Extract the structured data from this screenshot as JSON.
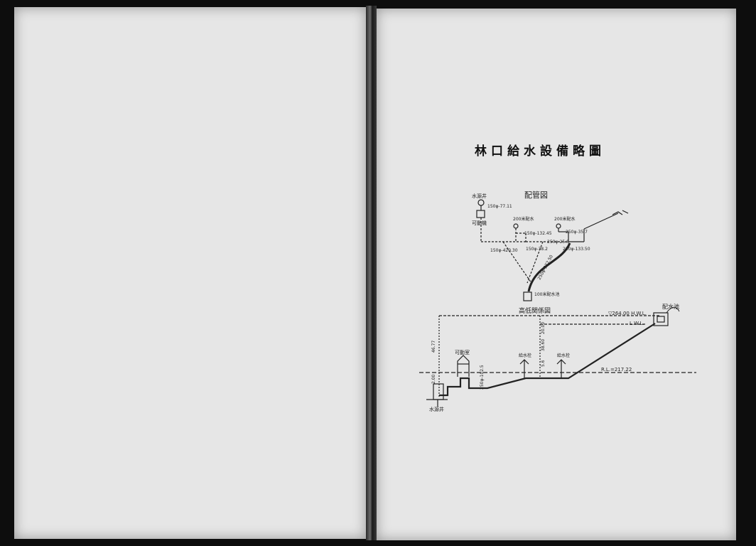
{
  "title": "林口給水設備略圖",
  "diagram": {
    "plan_label": "配管図",
    "profile_label": "高低関係図",
    "labels": {
      "source_top": "水源井",
      "pump_top": "可動機",
      "source_bottom": "水源井",
      "pump_house": "可動室",
      "reservoir_top": "100米配水池",
      "reservoir_bottom": "配水池",
      "branch_1": "200米配水",
      "branch_2": "200米配水",
      "outlet_1": "給水栓",
      "outlet_2": "給水栓",
      "elev_top": "▽264.00 H.W.L.",
      "elev_lwl": "L.W.L.",
      "elev_ground": "R.L.=217.22"
    },
    "pipe_labels": {
      "p1": "150φ-77.11",
      "p2": "150φ-420.30",
      "p3": "150φ-38.2",
      "p4": "150φ-132.45",
      "p5": "250φ-25.8",
      "p6": "250φ-133.50",
      "p7": "250φ-102.5",
      "p8": "250φ-35.7",
      "p9": "250φ-332.50"
    },
    "dims": {
      "d1": "46.77",
      "d2": "2.00",
      "d3": "20.00",
      "d4": "5.6",
      "d5": "38.60"
    }
  }
}
